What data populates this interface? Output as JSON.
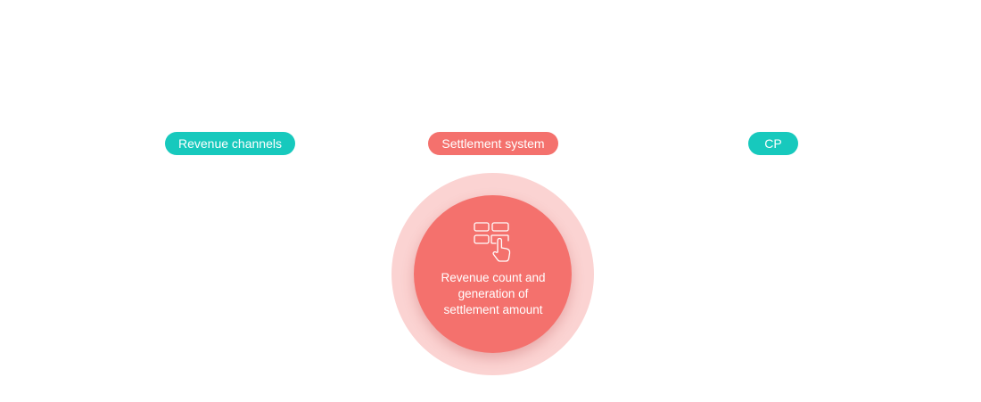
{
  "labels": {
    "revenue_channels": "Revenue channels",
    "settlement_system": "Settlement system",
    "cp": "CP"
  },
  "node": {
    "line1": "Revenue count and",
    "line2": "generation of",
    "line3": "settlement amount",
    "icon": "grid-tap-icon"
  },
  "colors": {
    "teal": "#17c9bd",
    "coral": "#f4716d",
    "halo": "#fbd3d2"
  }
}
